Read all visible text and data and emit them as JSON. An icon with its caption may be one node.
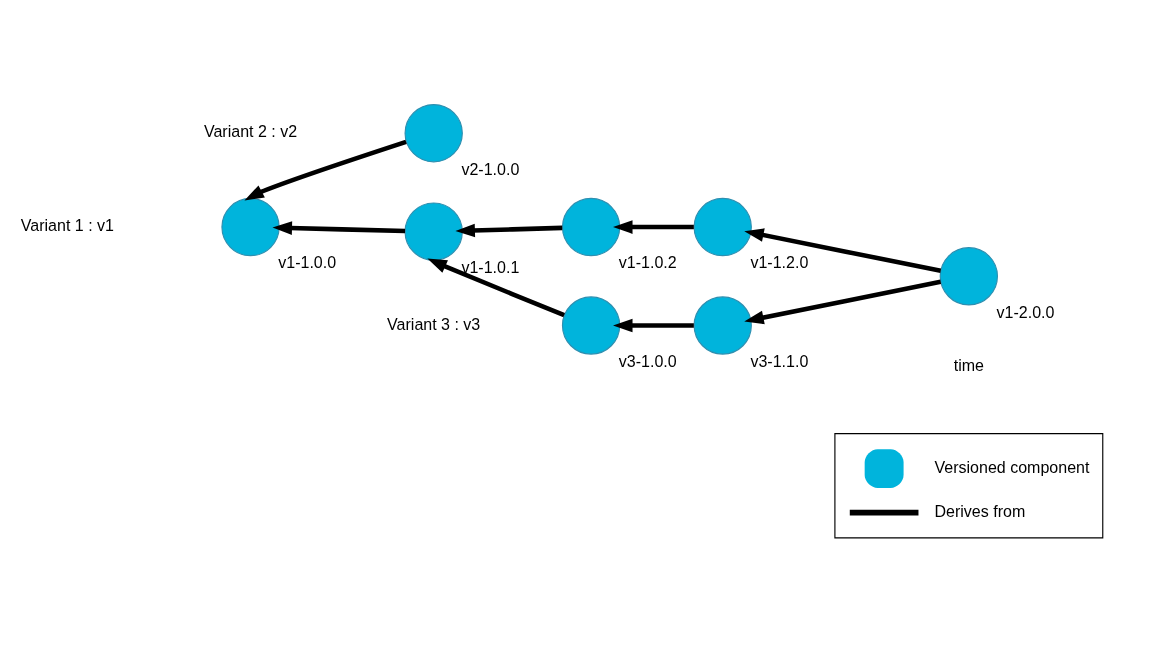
{
  "diagram": {
    "nodes": [
      {
        "text": [],
        "shape": "circle",
        "beside": [
          "v2-1.0.0"
        ]
      },
      {
        "text": [],
        "shape": "circle",
        "beside": [
          "v1-1.0.0"
        ]
      },
      {
        "text": [],
        "shape": "circle",
        "beside": [
          "v1-1.0.1"
        ]
      },
      {
        "text": [],
        "shape": "circle",
        "beside": [
          "v1-1.0.2"
        ]
      },
      {
        "text": [],
        "shape": "circle",
        "beside": [
          "v1-1.2.0"
        ]
      },
      {
        "text": [],
        "shape": "circle",
        "beside": [
          "v1-2.0.0"
        ]
      },
      {
        "text": [],
        "shape": "circle",
        "beside": [
          "v3-1.0.0"
        ]
      },
      {
        "text": [],
        "shape": "circle",
        "beside": [
          "v3-1.1.0"
        ]
      }
    ],
    "edges": [
      {
        "from": 0,
        "to": 1,
        "arrow": "to"
      },
      {
        "from": 2,
        "to": 1,
        "arrow": "to"
      },
      {
        "from": 3,
        "to": 2,
        "arrow": "to"
      },
      {
        "from": 4,
        "to": 3,
        "arrow": "to"
      },
      {
        "from": 5,
        "to": 4,
        "arrow": "to"
      },
      {
        "from": 5,
        "to": 7,
        "arrow": "to"
      },
      {
        "from": 7,
        "to": 6,
        "arrow": "to"
      },
      {
        "from": 6,
        "to": 2,
        "arrow": "to"
      }
    ],
    "labels": [
      "Variant 2 : v2",
      "Variant 1 : v1",
      "Variant 3 : v3",
      "time"
    ],
    "legend": [
      {
        "text": "Versioned component"
      },
      {
        "text": "Derives from"
      }
    ]
  }
}
